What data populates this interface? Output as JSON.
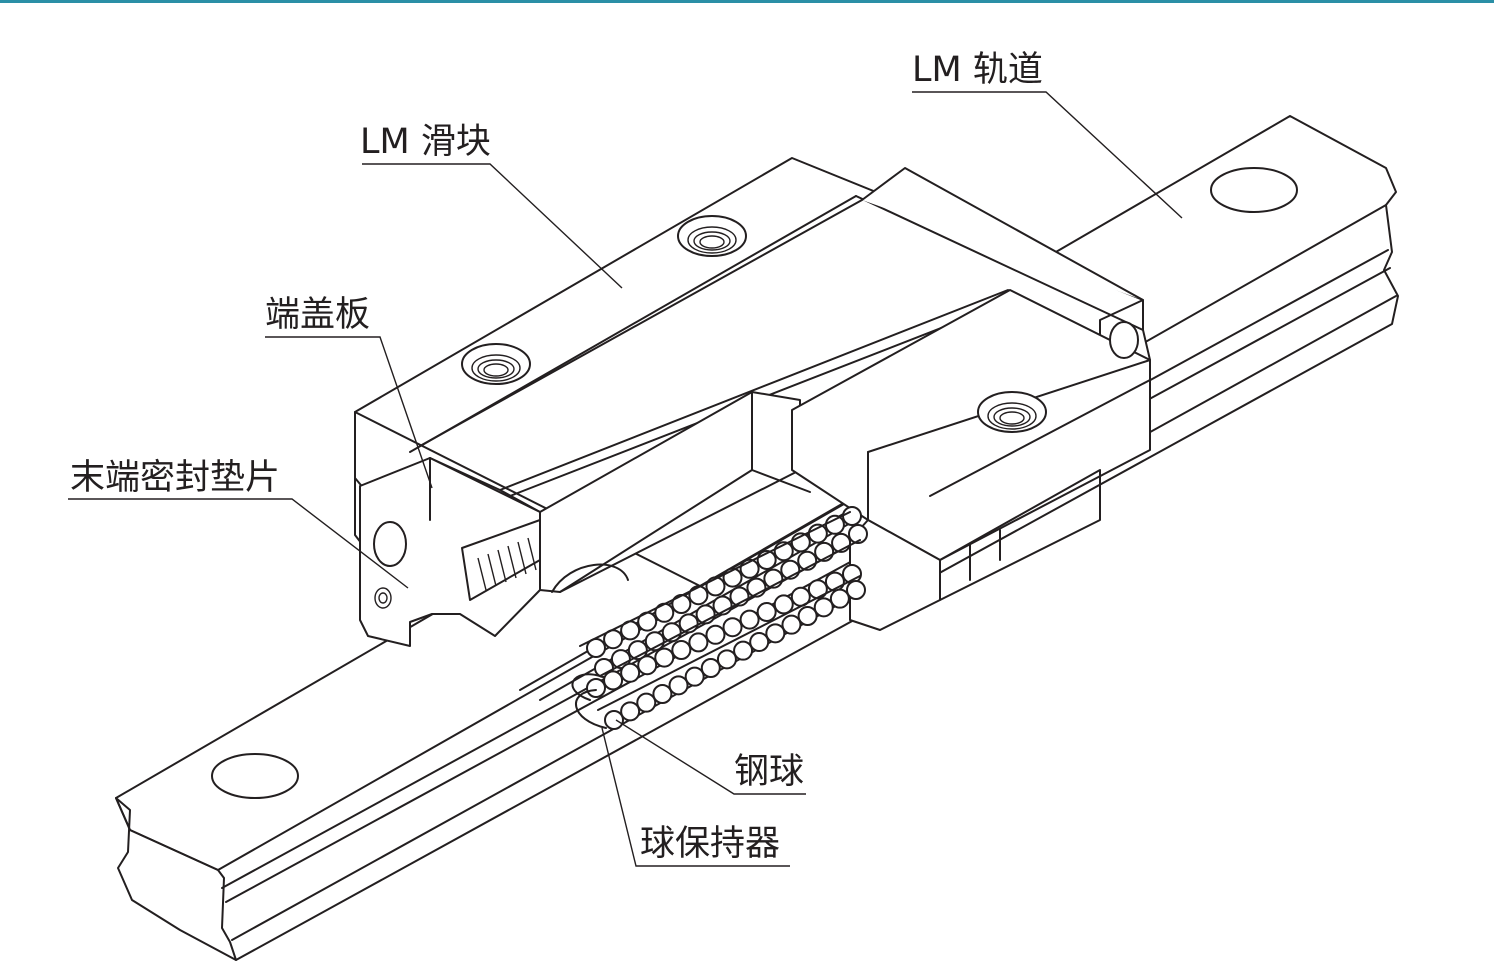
{
  "accent_color": "#2a8fa6",
  "line_color": "#231f20",
  "labels": {
    "lm_rail": "LM 轨道",
    "lm_block": "LM 滑块",
    "end_plate": "端盖板",
    "end_seal": "末端密封垫片",
    "steel_ball": "钢球",
    "ball_retainer": "球保持器"
  }
}
